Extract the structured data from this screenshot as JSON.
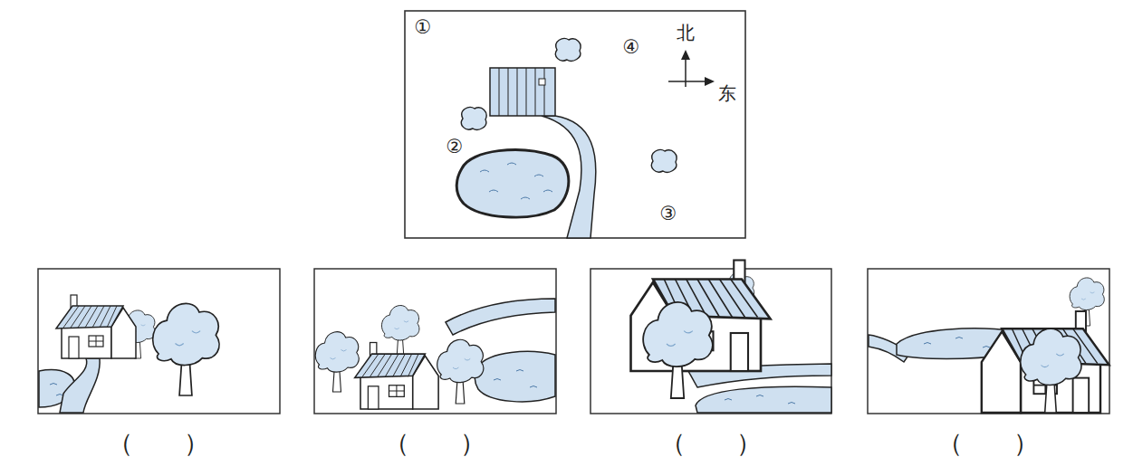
{
  "diagram": {
    "labels": [
      "①",
      "④",
      "北",
      "东",
      "②",
      "③",
      "（　　）",
      "（　　）",
      "（　　）",
      "（　　）"
    ]
  }
}
